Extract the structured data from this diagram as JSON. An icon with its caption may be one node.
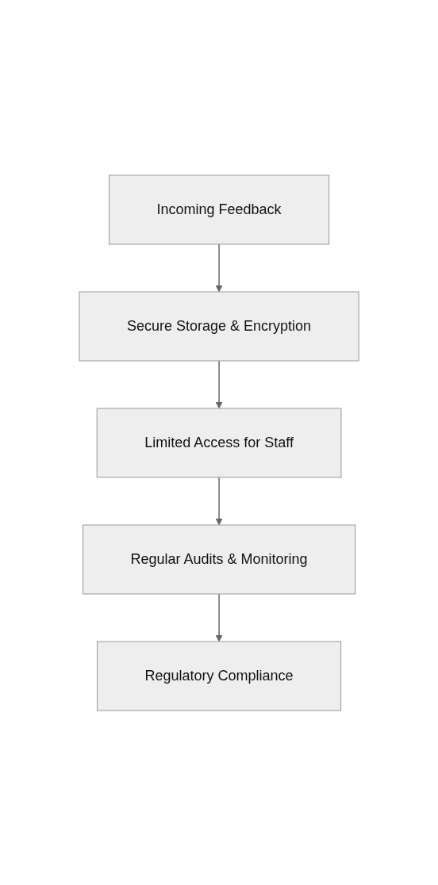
{
  "diagram": {
    "nodes": [
      {
        "text": [
          "Incoming Feedback"
        ]
      },
      {
        "text": [
          "Secure Storage & Encryption"
        ]
      },
      {
        "text": [
          "Limited Access for Staff"
        ]
      },
      {
        "text": [
          "Regular Audits & Monitoring"
        ]
      },
      {
        "text": [
          "Regulatory Compliance"
        ]
      }
    ],
    "edges": [
      {
        "from": 0,
        "to": 1,
        "arrow": "to"
      },
      {
        "from": 1,
        "to": 2,
        "arrow": "to"
      },
      {
        "from": 2,
        "to": 3,
        "arrow": "to"
      },
      {
        "from": 3,
        "to": 4,
        "arrow": "to"
      }
    ]
  }
}
